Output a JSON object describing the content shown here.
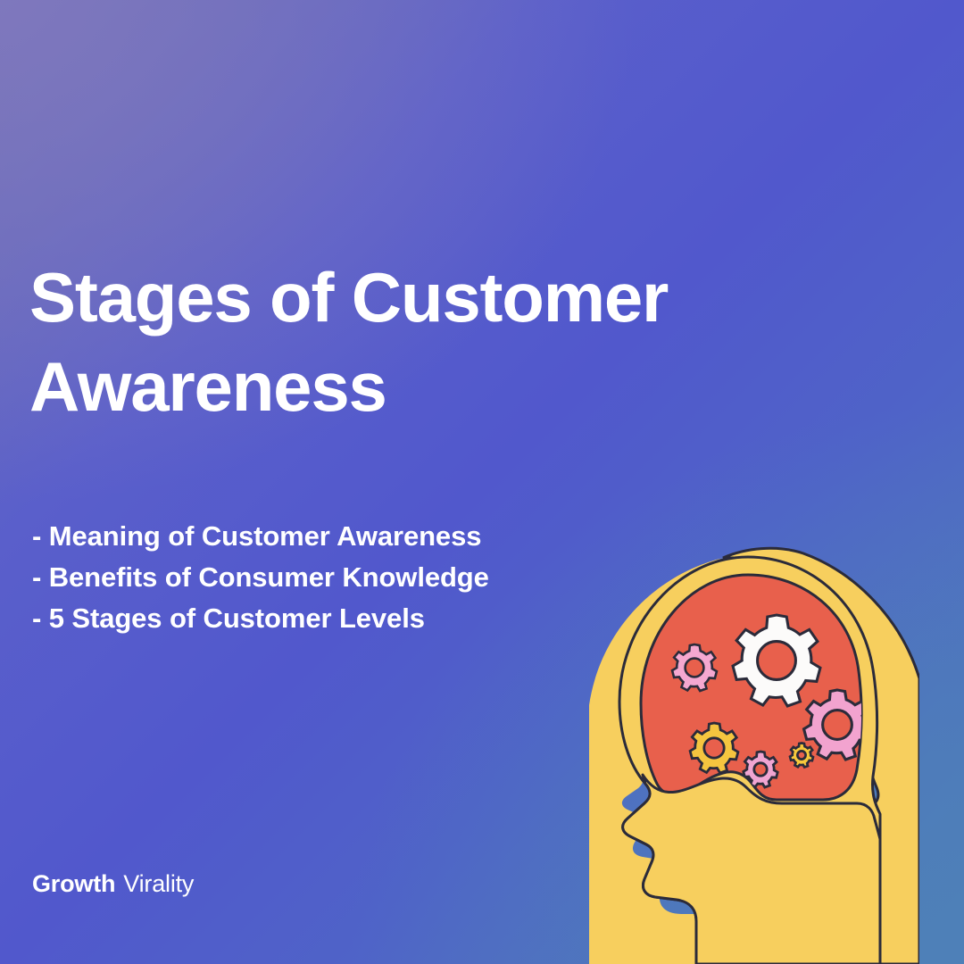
{
  "poster": {
    "title_lines": [
      "Stages of Customer",
      "Awareness"
    ],
    "bullets": [
      "- Meaning of Customer Awareness",
      "- Benefits of Consumer Knowledge",
      "- 5 Stages of Customer Levels"
    ],
    "logo": {
      "strong": "Growth",
      "light": "Virality"
    },
    "illustration": {
      "name": "head-with-gears-brain",
      "description": "Yellow human head silhouette in left-facing profile with a coral brain region containing interlocking gears",
      "gears": [
        {
          "name": "large-white-gear",
          "color": "#FCFBFA",
          "teeth": 8
        },
        {
          "name": "left-pink-gear",
          "color": "#F5A8D0",
          "teeth": 8
        },
        {
          "name": "right-pink-gear",
          "color": "#F2A3CF",
          "teeth": 8
        },
        {
          "name": "yellow-gear",
          "color": "#F5C53F",
          "teeth": 8
        },
        {
          "name": "small-pink-gear",
          "color": "#F0A5D2",
          "teeth": 8
        },
        {
          "name": "small-yellow-gear",
          "color": "#F7C93C",
          "teeth": 8
        }
      ]
    },
    "colors": {
      "background_top_left": "#6E72B4",
      "background_center": "#5158CC",
      "background_bottom_right": "#4E80B8",
      "head_yellow": "#F7CF5E",
      "brain_coral": "#E8604C",
      "outline": "#2B2B3A",
      "text_white": "#FFFFFF"
    }
  }
}
